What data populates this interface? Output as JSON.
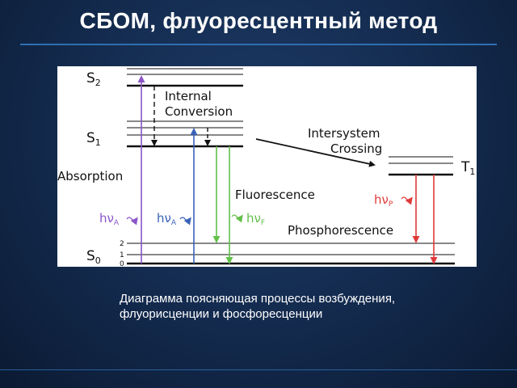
{
  "slide": {
    "title": "СБОМ, флуоресцентный метод",
    "caption_line1": "Диаграмма поясняющая процессы возбуждения,",
    "caption_line2": "флуорисценции и фосфоресценции"
  },
  "diagram": {
    "level_S2": "S",
    "level_S2_sub": "2",
    "level_S1": "S",
    "level_S1_sub": "1",
    "level_S0": "S",
    "level_S0_sub": "0",
    "level_T1": "T",
    "level_T1_sub": "1",
    "vib_2": "2",
    "vib_1": "1",
    "vib_0": "0",
    "internal_conversion_1": "Internal",
    "internal_conversion_2": "Conversion",
    "intersystem_1": "Intersystem",
    "intersystem_2": "Crossing",
    "absorption": "Absorption",
    "fluorescence": "Fluorescence",
    "phosphorescence": "Phosphorescence",
    "hv": "hν",
    "sub_A": "A",
    "sub_F": "F",
    "sub_P": "P",
    "colors": {
      "absorption_violet": "#8a55c8",
      "absorption_blue": "#3a62b8",
      "fluorescence_green": "#63c04a",
      "phosphorescence_red": "#e03a3a",
      "levels": "#111111"
    }
  }
}
